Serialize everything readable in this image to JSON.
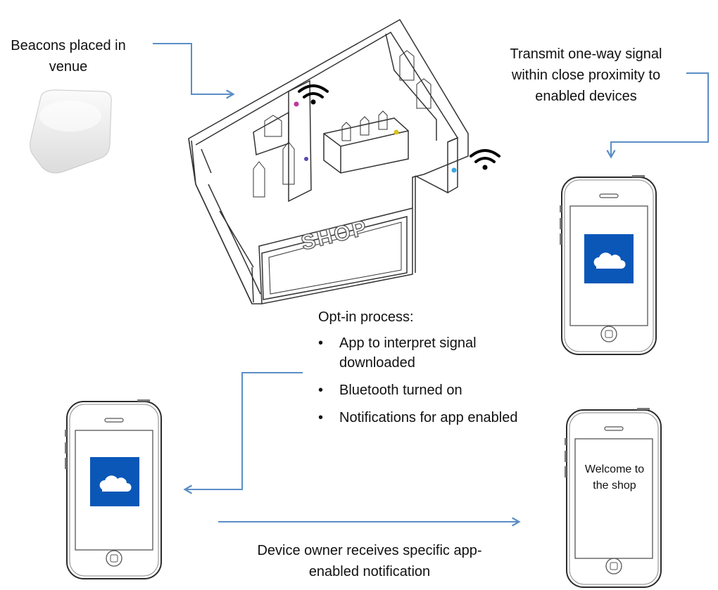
{
  "labels": {
    "beacons": "Beacons placed in venue",
    "transmit": "Transmit one-way signal within close proximity to enabled devices",
    "device_owner": "Device owner receives specific app-enabled notification"
  },
  "optin": {
    "heading": "Opt-in process:",
    "bullet_glyph": "•",
    "items": [
      "App to interpret signal downloaded",
      "Bluetooth turned on",
      "Notifications for app enabled"
    ]
  },
  "shop": {
    "sign": "SHOP"
  },
  "phone_screen": {
    "welcome_text": "Welcome to the shop"
  },
  "colors": {
    "arrow": "#5b8ec6",
    "app_tile": "#0a57b8",
    "line": "#333333",
    "beacon_dot_magenta": "#c0359e",
    "beacon_dot_purple": "#5a4ab0",
    "beacon_dot_yellow": "#d9c21a",
    "beacon_dot_blue": "#3aa6e0"
  },
  "icons": [
    "beacon-device-icon",
    "wifi-icon",
    "cloud-icon",
    "home-button-icon"
  ]
}
